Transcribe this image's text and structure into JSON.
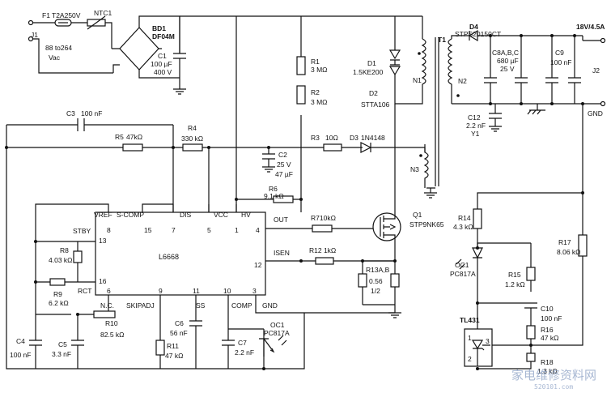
{
  "labels": {
    "j1": "J1",
    "f1": "F1",
    "f1_val": "T2A250V",
    "ntc1": "NTC1",
    "vin": "88 to264",
    "vac": "Vac",
    "bd1": "BD1",
    "bd1_val": "DF04M",
    "c1": "C1",
    "c1_v1": "100 µF",
    "c1_v2": "400 V",
    "r1": "R1",
    "r1_val": "3 MΩ",
    "r2": "R2",
    "r2_val": "3 MΩ",
    "d1": "D1",
    "d1_val": "1.5KE200",
    "d2": "D2",
    "d2_val": "STTA106",
    "t1": "T1",
    "n1": "N1",
    "n2": "N2",
    "n3": "N3",
    "d4": "D4",
    "d4_val": "STPS20150CT",
    "c8": "C8A,B,C",
    "c8_v1": "680 µF",
    "c8_v2": "25 V",
    "c9": "C9",
    "c9_val": "100 nF",
    "vout": "18V/4.5A",
    "j2": "J2",
    "gnd_out": "GND",
    "c12": "C12",
    "c12_val": "2.2 nF",
    "y1": "Y1",
    "c3": "C3",
    "c3_val": "100 nF",
    "r5": "R5",
    "r5_val": "47kΩ",
    "r4": "R4",
    "r4_val": "330 kΩ",
    "r3": "R3",
    "r3_val": "10Ω",
    "d3": "D3",
    "d3_val": "1N4148",
    "c2": "C2",
    "c2_v1": "25 V",
    "c2_v2": "47 µF",
    "r6": "R6",
    "r6_val": "9.1 kΩ",
    "r7": "R710kΩ",
    "q1": "Q1",
    "q1_val": "STP9NK65",
    "r12": "R12 1kΩ",
    "r13": "R13A,B",
    "r13_v1": "0.56",
    "r13_v2": "1/2",
    "ic_name": "L6668",
    "pin_vref": "VREF",
    "pin_scomp": "S-COMP",
    "pin_dis": "DIS",
    "pin_vcc": "VCC",
    "pin_hv": "HV",
    "pin_out": "OUT",
    "pin_isen": "ISEN",
    "pin_stby": "STBY",
    "pin_rct": "RCT",
    "pin_nc": "N.C.",
    "pin_skipadj": "SKIPADJ",
    "pin_ss": "SS",
    "pin_comp": "COMP",
    "pin_gnd": "GND",
    "pn8": "8",
    "pn15": "15",
    "pn7": "7",
    "pn5": "5",
    "pn1": "1",
    "pn4": "4",
    "pn13": "13",
    "pn16": "16",
    "pn12": "12",
    "pn6": "6",
    "pn9": "9",
    "pn11": "11",
    "pn10": "10",
    "pn3": "3",
    "r8": "R8",
    "r8_val": "4.03 kΩ",
    "r9": "R9",
    "r9_val": "6.2 kΩ",
    "r10": "R10",
    "r10_val": "82.5 kΩ",
    "r11": "R11",
    "r11_val": "47 kΩ",
    "c4": "C4",
    "c4_val": "100 nF",
    "c5": "C5",
    "c5_val": "3.3 nF",
    "c6": "C6",
    "c6_val": "56 nF",
    "c7": "C7",
    "c7_val": "2.2 nF",
    "oc1a": "OC1",
    "oc1a_val": "PC817A",
    "oc1b": "OC1",
    "oc1b_val": "PC817A",
    "r14": "R14",
    "r14_val": "4.3 kΩ",
    "r15": "R15",
    "r15_val": "1.2 kΩ",
    "r16": "R16",
    "r16_val": "47 kΩ",
    "r17": "R17",
    "r17_val": "8.06 kΩ",
    "r18": "R18",
    "r18_val": "1.3 kΩ",
    "c10": "C10",
    "c10_val": "100 nF",
    "tl431": "TL431",
    "tl_p1": "1",
    "tl_p2": "2",
    "tl_p3": "3"
  },
  "watermark": {
    "cn": "家电维修资料网",
    "url": "520101.com"
  },
  "colors": {
    "ink": "#111111",
    "watermark": "#8a9fc4"
  }
}
